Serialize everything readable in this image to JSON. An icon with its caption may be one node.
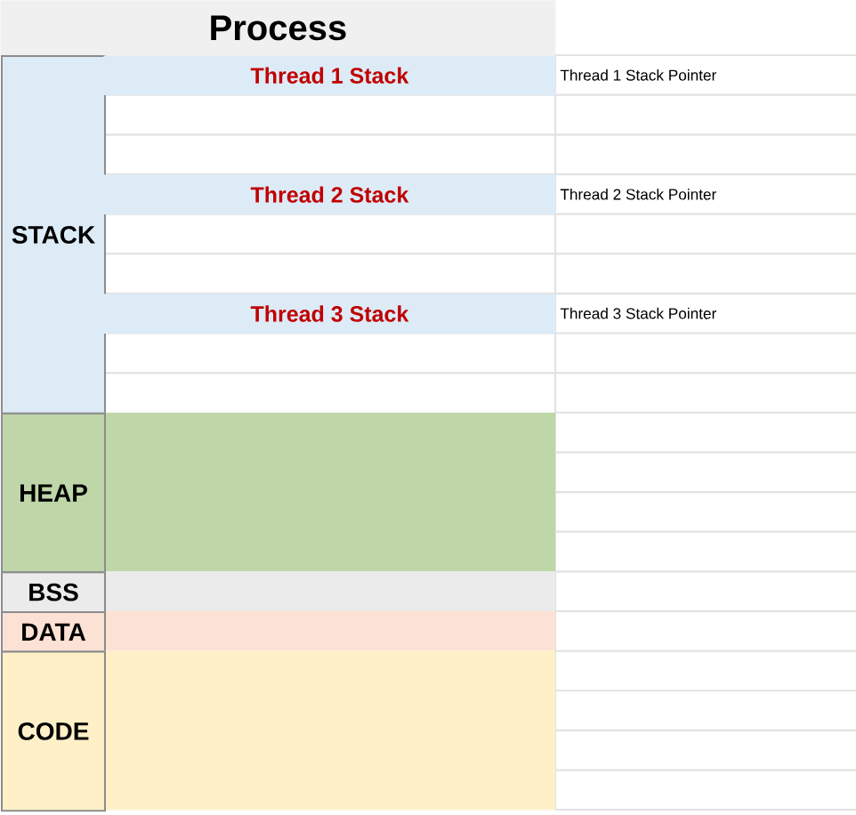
{
  "diagram": {
    "title": "Process",
    "nodes": [
      {
        "text": [
          "STACK"
        ]
      },
      {
        "text": [
          "Thread 1 Stack"
        ],
        "beside": [
          "Thread 1 Stack Pointer"
        ]
      },
      {
        "text": [
          "Thread 2 Stack"
        ],
        "beside": [
          "Thread 2 Stack Pointer"
        ]
      },
      {
        "text": [
          "Thread 3 Stack"
        ],
        "beside": [
          "Thread 3 Stack Pointer"
        ]
      },
      {
        "text": [
          "HEAP"
        ]
      },
      {
        "text": [
          "BSS"
        ]
      },
      {
        "text": [
          "DATA"
        ]
      },
      {
        "text": [
          "CODE"
        ]
      }
    ]
  }
}
